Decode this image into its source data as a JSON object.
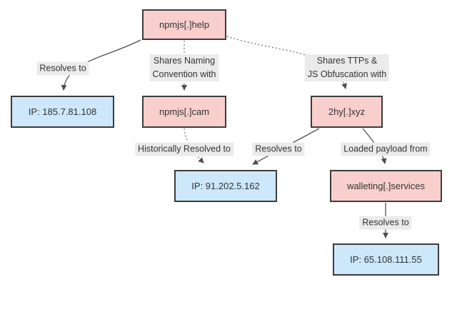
{
  "diagram": {
    "type": "relationship-graph",
    "colors": {
      "domain_fill": "#f9cfcd",
      "ip_fill": "#cde7fb",
      "node_border": "#3c3c3c",
      "label_bg": "#ebebeb",
      "line": "#4f4f4f",
      "text": "#333333",
      "background": "#ffffff"
    },
    "nodes": [
      {
        "id": "npmjs-help",
        "label": "npmjs[.]help",
        "type": "domain"
      },
      {
        "id": "ip-185-7-81-108",
        "label": "IP: 185.7.81.108",
        "type": "ip"
      },
      {
        "id": "npmjs-cam",
        "label": "npmjs[.]cam",
        "type": "domain"
      },
      {
        "id": "2hy-xyz",
        "label": "2hy[.]xyz",
        "type": "domain"
      },
      {
        "id": "ip-91-202-5-162",
        "label": "IP: 91.202.5.162",
        "type": "ip"
      },
      {
        "id": "walleting-services",
        "label": "walleting[.]services",
        "type": "domain"
      },
      {
        "id": "ip-65-108-111-55",
        "label": "IP: 65.108.111.55",
        "type": "ip"
      }
    ],
    "edges": [
      {
        "from": "npmjs-help",
        "to": "ip-185-7-81-108",
        "label": "Resolves to",
        "style": "solid",
        "label_lines": [
          "Resolves to"
        ]
      },
      {
        "from": "npmjs-help",
        "to": "npmjs-cam",
        "label": "Shares Naming Convention with",
        "style": "dotted",
        "label_lines": [
          "Shares Naming",
          "Convention with"
        ]
      },
      {
        "from": "npmjs-help",
        "to": "2hy-xyz",
        "label": "Shares TTPs & JS Obfuscation with",
        "style": "dotted",
        "label_lines": [
          "Shares TTPs &",
          "JS Obfuscation with"
        ]
      },
      {
        "from": "npmjs-cam",
        "to": "ip-91-202-5-162",
        "label": "Historically Resolved to",
        "style": "dotted",
        "label_lines": [
          "Historically Resolved to"
        ]
      },
      {
        "from": "2hy-xyz",
        "to": "ip-91-202-5-162",
        "label": "Resolves to",
        "style": "solid",
        "label_lines": [
          "Resolves to"
        ]
      },
      {
        "from": "2hy-xyz",
        "to": "walleting-services",
        "label": "Loaded payload from",
        "style": "solid",
        "label_lines": [
          "Loaded payload from"
        ]
      },
      {
        "from": "walleting-services",
        "to": "ip-65-108-111-55",
        "label": "Resolves to",
        "style": "solid",
        "label_lines": [
          "Resolves to"
        ]
      }
    ]
  }
}
